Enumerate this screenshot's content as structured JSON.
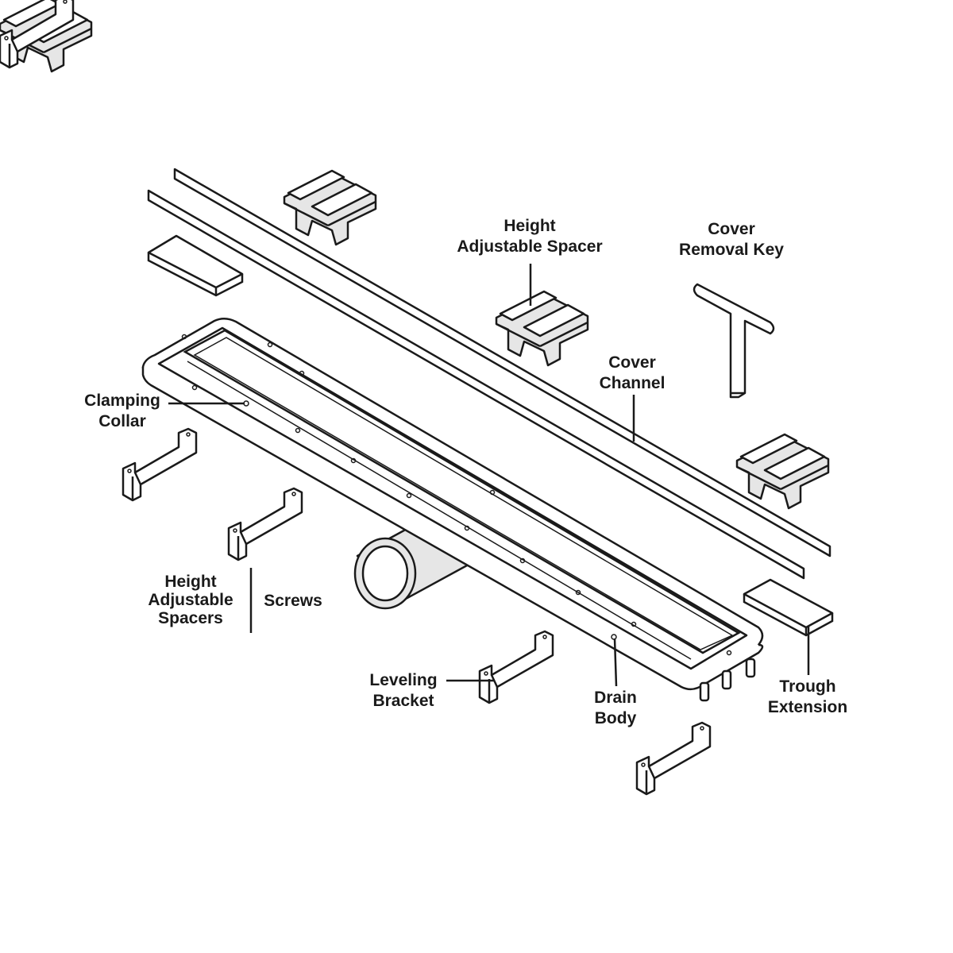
{
  "labels": {
    "height_adjustable_spacer": [
      "Height",
      "Adjustable Spacer"
    ],
    "cover_removal_key": [
      "Cover",
      "Removal Key"
    ],
    "cover_channel": [
      "Cover",
      "Channel"
    ],
    "clamping_collar": [
      "Clamping",
      "Collar"
    ],
    "height_adjustable_spacers": [
      "Height",
      "Adjustable",
      "Spacers"
    ],
    "screws": [
      "Screws"
    ],
    "leveling_bracket": [
      "Leveling",
      "Bracket"
    ],
    "drain_body": [
      "Drain",
      "Body"
    ],
    "trough_extension": [
      "Trough",
      "Extension"
    ]
  },
  "colors": {
    "line": "#1a1a1a",
    "fill": "#ffffff",
    "shade": "#e6e6e6"
  }
}
